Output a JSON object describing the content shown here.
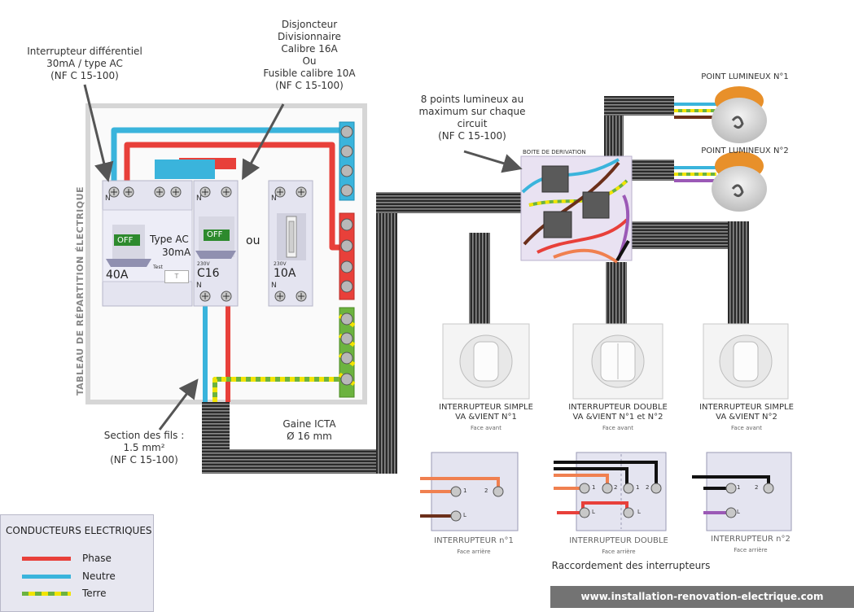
{
  "labels": {
    "differential": "Interrupteur différentiel\n30mA / type AC\n(NF C 15-100)",
    "breaker": "Disjoncteur\nDivisionnaire\nCalibre 16A\nOu\nFusible calibre 10A\n(NF C 15-100)",
    "max_points": "8 points lumineux au\nmaximum sur chaque\ncircuit\n(NF C 15-100)",
    "point1": "POINT LUMINEUX N°1",
    "point2": "POINT LUMINEUX N°2",
    "junction_box": "BOITE DE DERIVATION",
    "panel_title": "TABLEAU DE RÉPARTITION ÉLECTRIQUE",
    "wire_section": "Section des fils :\n1.5 mm²\n(NF C 15-100)",
    "conduit": "Gaine ICTA\nØ 16 mm",
    "ou": "ou",
    "connection_title": "Raccordement  des interrupteurs"
  },
  "modules": {
    "diff": {
      "off": "OFF",
      "type": "Type AC",
      "sens": "30mA",
      "rating": "40A",
      "test": "Test",
      "t": "T",
      "n": "N"
    },
    "breaker": {
      "off": "OFF",
      "volt": "230V",
      "rating": "C16",
      "n": "N"
    },
    "fuse": {
      "volt": "230V",
      "rating": "10A",
      "n": "N"
    }
  },
  "switches_front": [
    {
      "title": "INTERRUPTEUR SIMPLE\nVA &VIENT N°1",
      "sub": "Face avant"
    },
    {
      "title": "INTERRUPTEUR DOUBLE\nVA &VIENT N°1 et N°2",
      "sub": "Face avant"
    },
    {
      "title": "INTERRUPTEUR SIMPLE\nVA &VIENT N°2",
      "sub": "Face avant"
    }
  ],
  "switches_back": [
    {
      "title": "INTERRUPTEUR n°1",
      "sub": "Face arrière"
    },
    {
      "title": "INTERRUPTEUR DOUBLE",
      "sub": "Face arrière"
    },
    {
      "title": "INTERRUPTEUR n°2",
      "sub": "Face arrière"
    }
  ],
  "terminals": {
    "one": "1",
    "two": "2",
    "l": "L"
  },
  "legend": {
    "title": "CONDUCTEURS ELECTRIQUES",
    "items": [
      {
        "label": "Phase",
        "color": "#e8403a"
      },
      {
        "label": "Neutre",
        "color": "#3ab4dc"
      },
      {
        "label": "Terre",
        "color": "earth"
      }
    ]
  },
  "footer": "www.installation-renovation-electrique.com",
  "colors": {
    "phase": "#e8403a",
    "neutral": "#3ab4dc",
    "earth_green": "#6cb33f",
    "earth_yellow": "#f2e400",
    "black": "#111111",
    "brown": "#6b2f1a",
    "violet": "#9b59b6",
    "orange": "#f08050"
  }
}
